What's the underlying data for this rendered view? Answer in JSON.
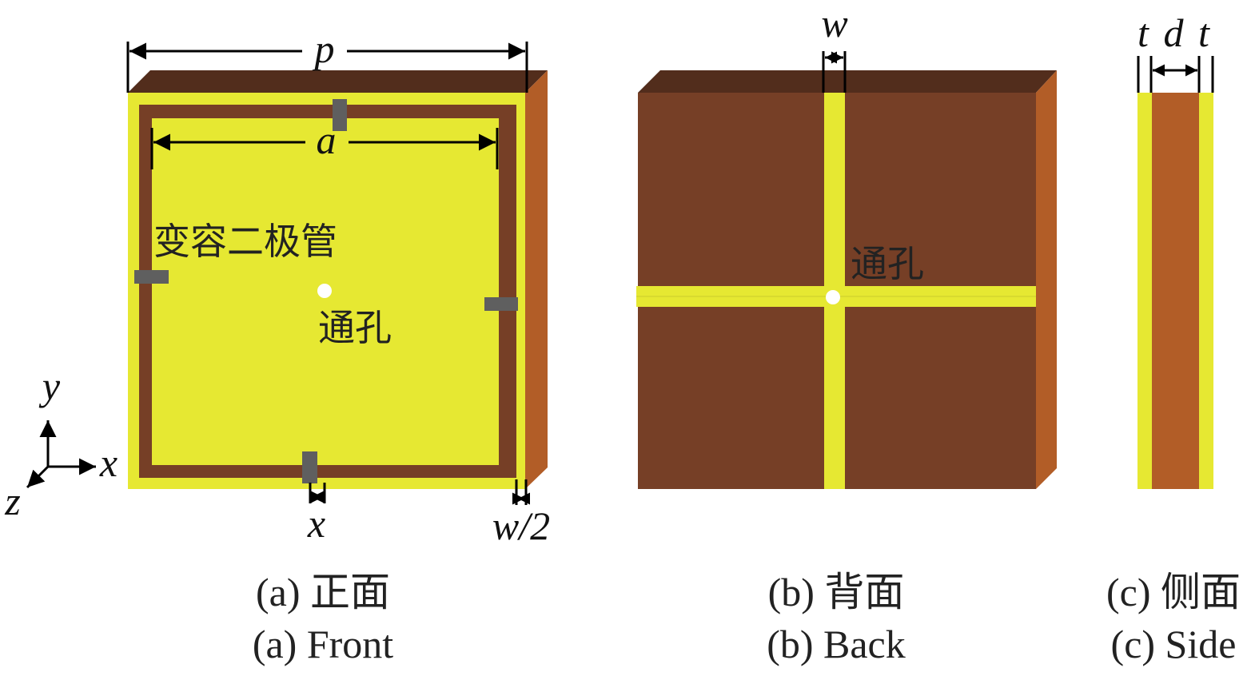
{
  "colors": {
    "copper_top": "#522d1c",
    "copper_face": "#763f26",
    "substrate_side": "#b25d27",
    "metal_yellow": "#e6e832",
    "varactor_gray": "#5f5f5f",
    "via_white": "#ffffff"
  },
  "front": {
    "label_p": "p",
    "label_a": "a",
    "label_varactor": "变容二极管",
    "label_via": "通孔",
    "label_x": "x",
    "label_w2": "w/2",
    "axis_y": "y",
    "axis_x": "x",
    "axis_z": "z",
    "caption_cn": "(a) 正面",
    "caption_en": "(a) Front"
  },
  "back": {
    "label_w": "w",
    "label_via": "通孔",
    "caption_cn": "(b) 背面",
    "caption_en": "(b) Back"
  },
  "side": {
    "label_t1": "t",
    "label_d": "d",
    "label_t2": "t",
    "caption_cn": "(c) 侧面",
    "caption_en": "(c) Side"
  }
}
